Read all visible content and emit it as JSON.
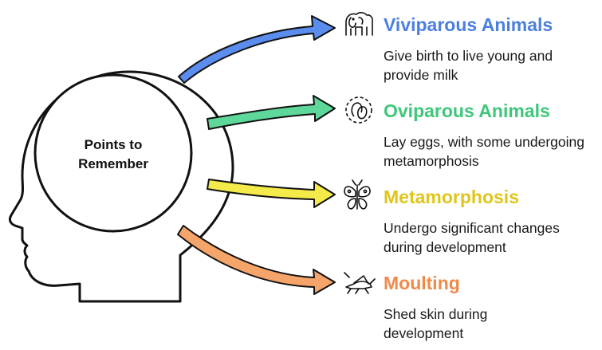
{
  "center": {
    "label": "Points to Remember"
  },
  "items": [
    {
      "title": "Viviparous Animals",
      "description": "Give birth to live young and provide milk",
      "icon": "elephant-icon",
      "color": "#4b7fe0"
    },
    {
      "title": "Oviparous Animals",
      "description": "Lay eggs, with some undergoing metamorphosis",
      "icon": "egg-icon",
      "color": "#3ec77a"
    },
    {
      "title": "Metamorphosis",
      "description": "Undergo significant changes during development",
      "icon": "butterfly-icon",
      "color": "#e0c51a"
    },
    {
      "title": "Moulting",
      "description": "Shed skin during development",
      "icon": "grasshopper-icon",
      "color": "#f08a4b"
    }
  ],
  "colors": {
    "arrow_blue": "#5b8def",
    "arrow_green": "#5dd89a",
    "arrow_yellow": "#f4ea4a",
    "arrow_orange": "#f6a56a"
  }
}
